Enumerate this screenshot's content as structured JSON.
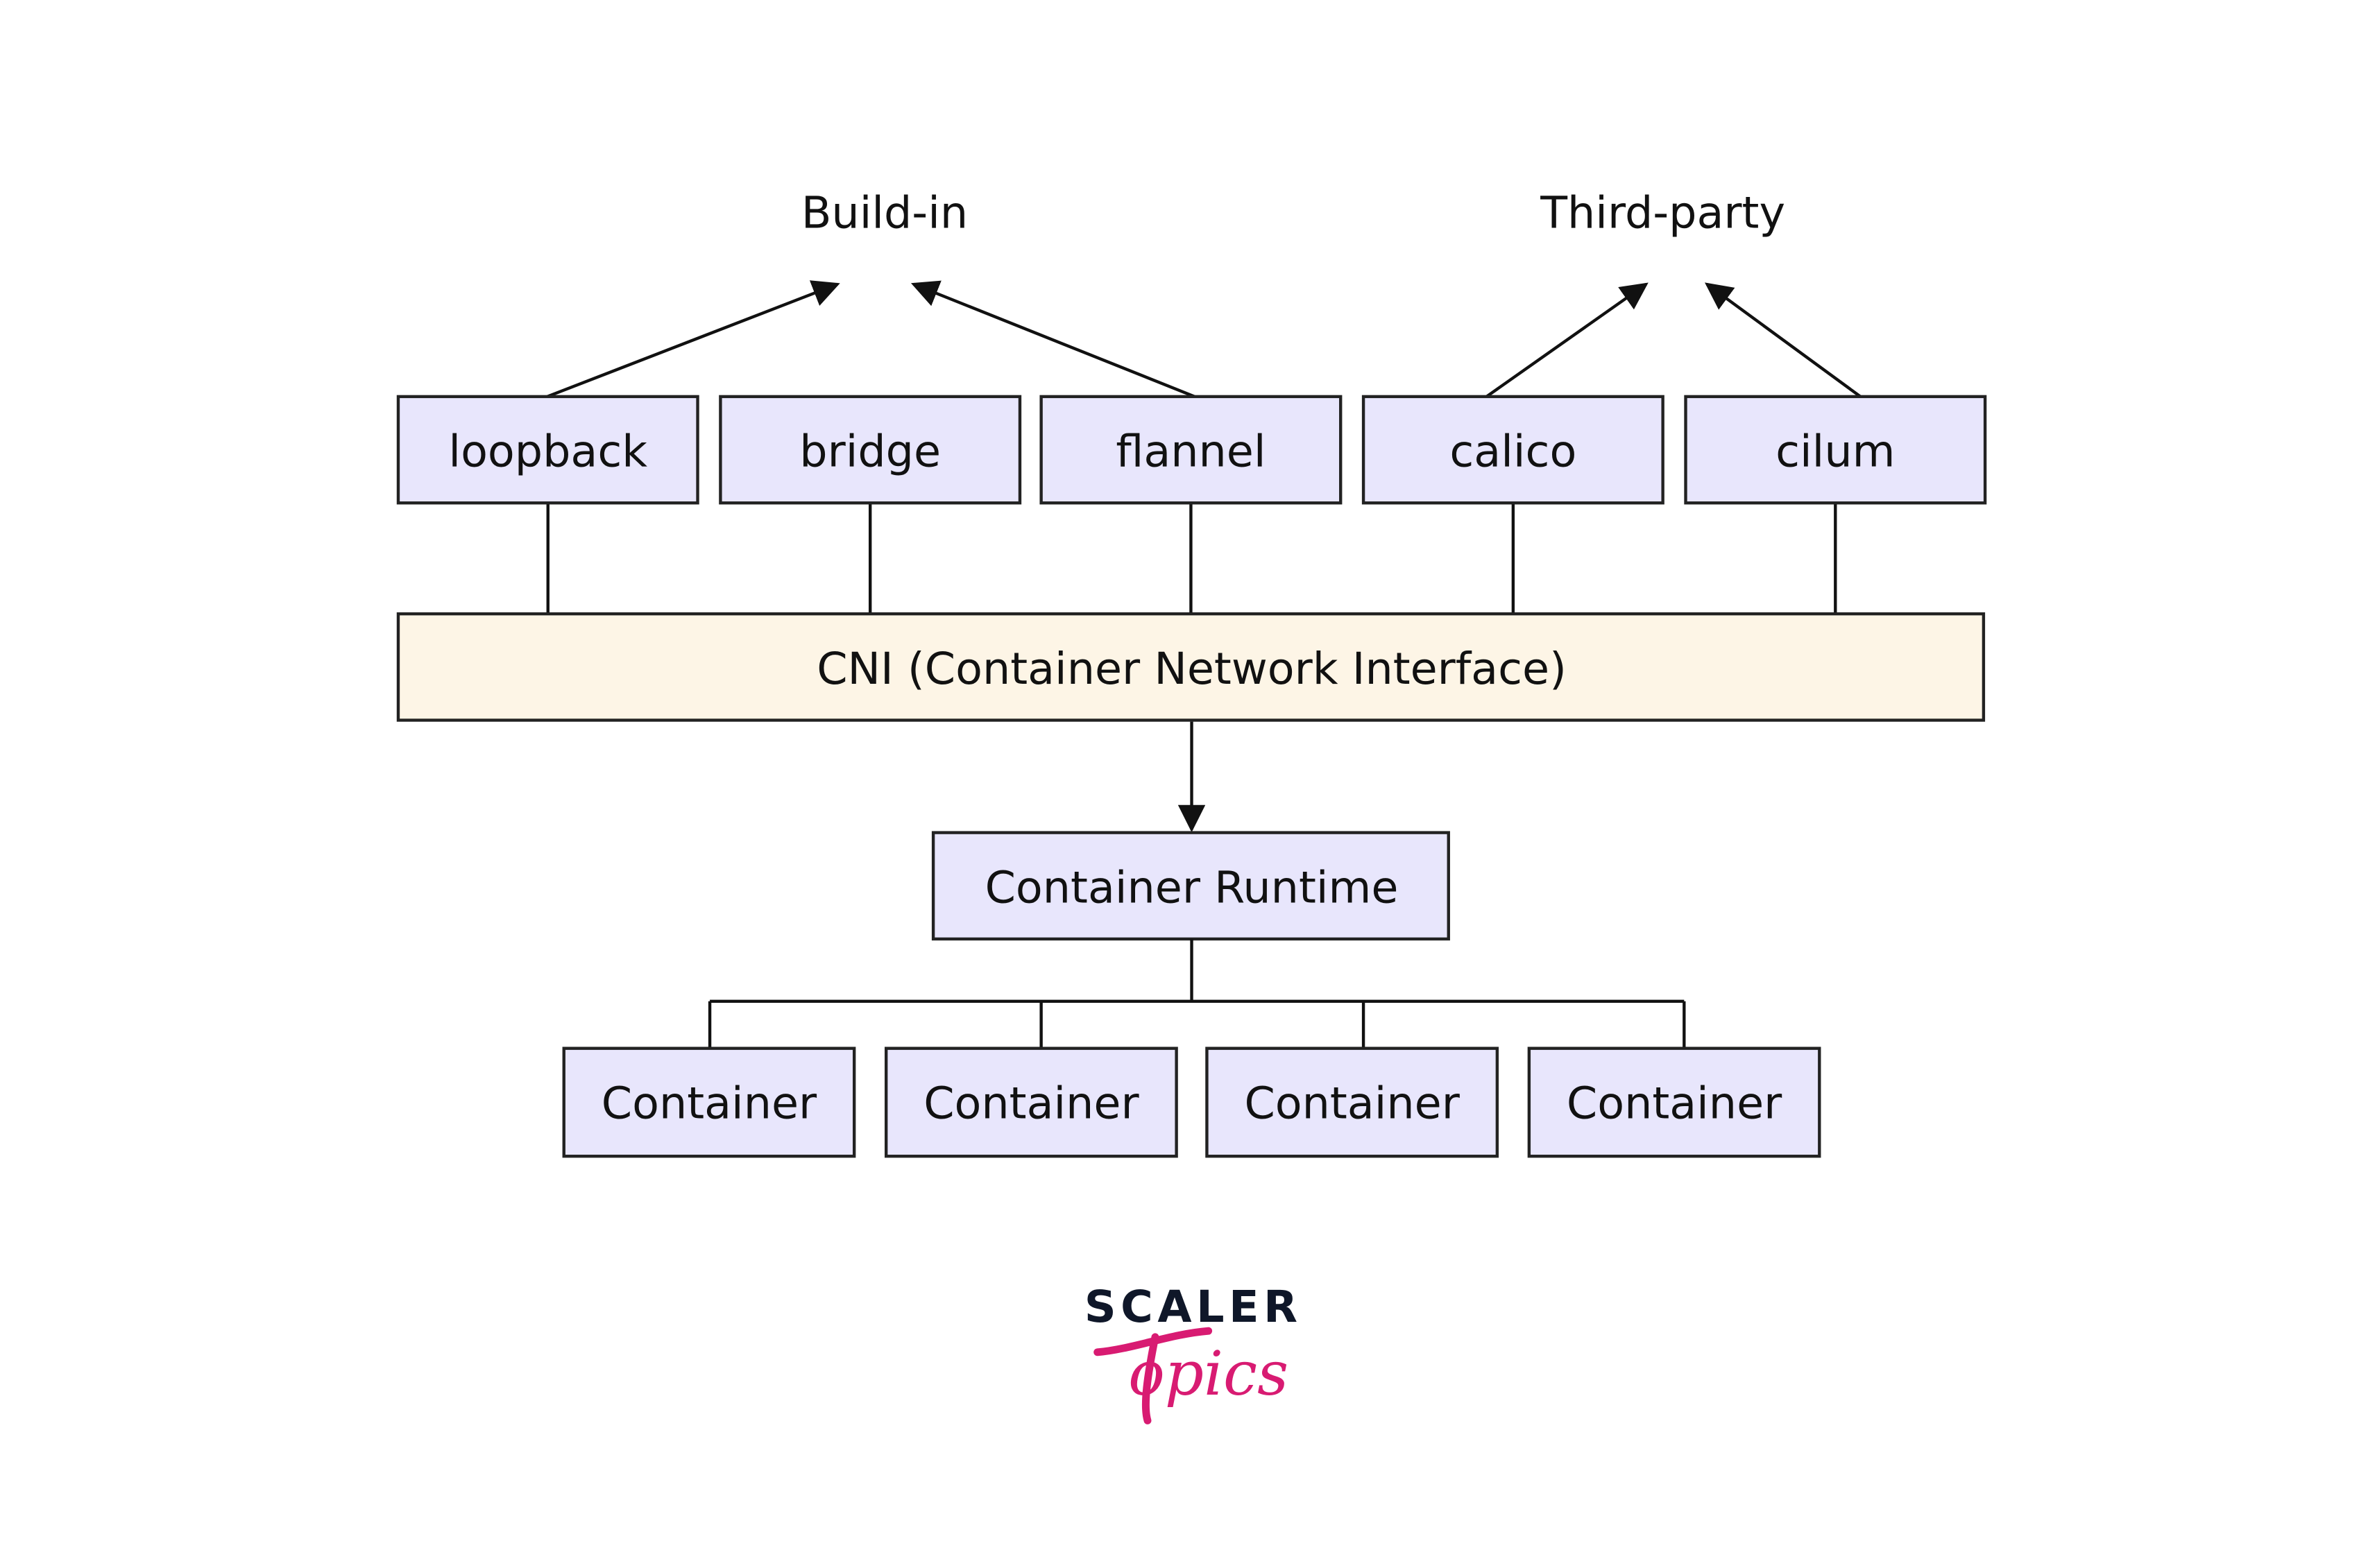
{
  "groups": {
    "builtin": "Build-in",
    "thirdparty": "Third-party"
  },
  "plugins": [
    "loopback",
    "bridge",
    "flannel",
    "calico",
    "cilum"
  ],
  "cni": "CNI (Container Network Interface)",
  "runtime": "Container Runtime",
  "containers": [
    "Container",
    "Container",
    "Container",
    "Container"
  ],
  "logo": {
    "line1": "SCALER",
    "line2": "Topics"
  },
  "colors": {
    "plugin_fill": "#e8e6fc",
    "cni_fill": "#fdf5e6",
    "logo_dark": "#0f1729",
    "logo_pink": "#d81b72"
  }
}
